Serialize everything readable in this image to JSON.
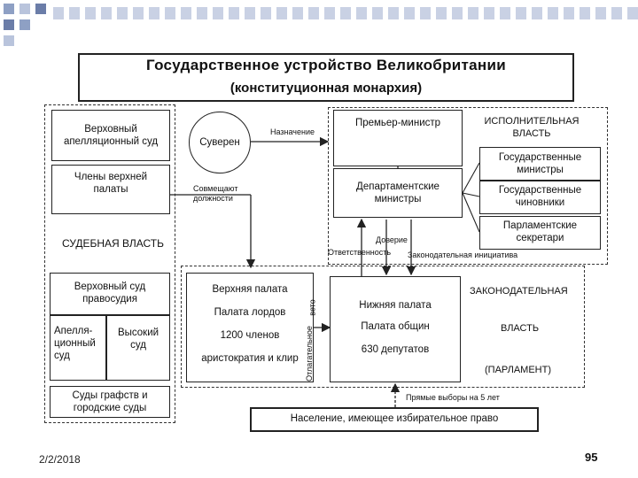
{
  "title_line1": "Государственное устройство Великобритании",
  "title_line2": "(конституционная монархия)",
  "judicial": {
    "appeal_court": "Верховный\nапелляционный суд",
    "upper_members": "Члены верхней\nпалаты",
    "label": "СУДЕБНАЯ ВЛАСТЬ",
    "supreme_court": "Верховный суд\nправосудия",
    "appeal_lower": "Апелля-\nционный\nсуд",
    "high_court": "Высокий\nсуд",
    "county_courts": "Суды графств и\nгородские суды"
  },
  "sovereign": "Суверен",
  "appointment": "Назначение",
  "combine_posts": "Совмещают\nдолжности",
  "executive": {
    "pm": "Премьер-министр",
    "label": "ИСПОЛНИТЕЛЬНАЯ\nВЛАСТЬ",
    "state_ministers": "Государственные\nминистры",
    "dept_ministers": "Департаментские\nминистры",
    "civil_servants": "Государственные\nчиновники",
    "parl_secretaries": "Парламентские\nсекретари"
  },
  "trust": "Доверие",
  "responsibility": "Ответственность",
  "legislative_initiative": "Законодательная инициатива",
  "veto": "вето",
  "suspensive": "Отлагательное",
  "upper_house": {
    "line1": "Верхняя палата",
    "line2": "Палата лордов",
    "line3": "1200 членов",
    "line4": "аристократия и клир"
  },
  "lower_house": {
    "line1": "Нижняя палата",
    "line2": "Палата общин",
    "line3": "630 депутатов"
  },
  "legislative": {
    "label1": "ЗАКОНОДАТЕЛЬНАЯ",
    "label2": "ВЛАСТЬ",
    "label3": "(ПАРЛАМЕНТ)"
  },
  "direct_elections": "Прямые выборы на 5 лет",
  "population": "Население, имеющее избирательное право",
  "footer_date": "2/2/2018",
  "page_number": "95",
  "colors": {
    "deco": "#6b7da8",
    "line": "#222222"
  }
}
